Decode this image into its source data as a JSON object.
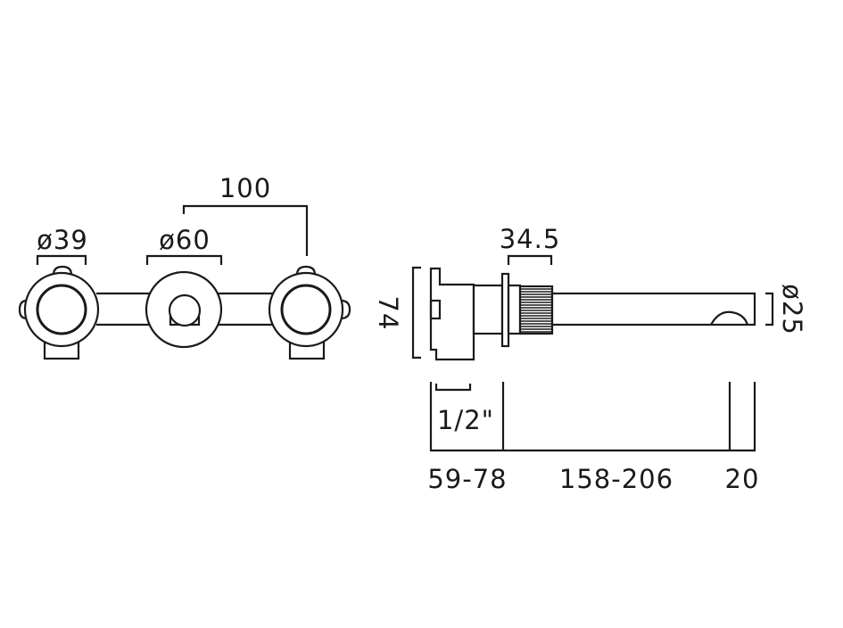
{
  "front_view": {
    "dim_centers": "100",
    "dim_handle_diameter": "ø39",
    "dim_center_diameter": "ø60"
  },
  "side_view": {
    "dim_height": "74",
    "dim_collar": "34.5",
    "dim_spout_diameter": "ø25",
    "dim_thread": "1/2\"",
    "dim_wall_depth": "59-78",
    "dim_spout_projection": "158-206",
    "dim_spout_end": "20"
  }
}
